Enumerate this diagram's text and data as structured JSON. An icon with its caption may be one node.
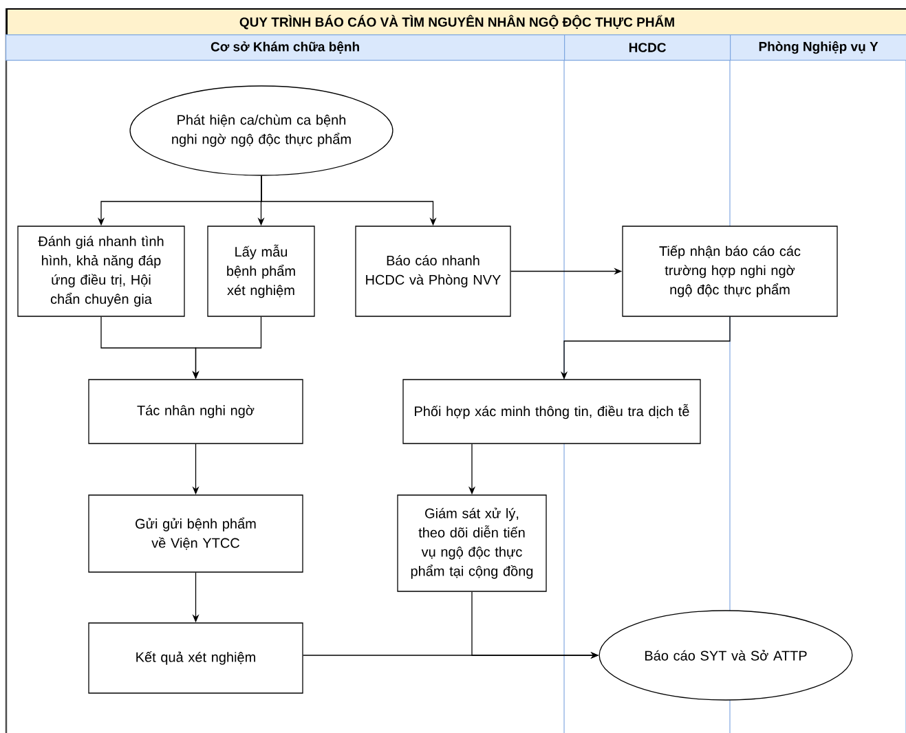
{
  "diagram": {
    "title": "QUY TRÌNH BÁO CÁO VÀ TÌM NGUYÊN NHÂN NGỘ ĐỘC THỰC PHẨM",
    "nodes": [
      {
        "text": [
          "Phát hiện ca/chùm ca bệnh nghi ngờ ngộ độc thực phẩm"
        ]
      },
      {
        "text": [
          "Đánh giá nhanh tình hình, khả năng đáp ứng điều trị, Hội chẩn chuyên gia"
        ]
      },
      {
        "text": [
          "Lấy mẫu bệnh phẩm xét nghiệm"
        ]
      },
      {
        "text": [
          "Báo cáo nhanh HCDC và Phòng NVY"
        ]
      },
      {
        "text": [
          "Tiếp nhận báo cáo các trường hợp nghi ngờ ngộ độc thực phẩm"
        ]
      },
      {
        "text": [
          "Tác nhân nghi ngờ"
        ]
      },
      {
        "text": [
          "Phối hợp xác minh thông tin, điều tra dịch tễ"
        ]
      },
      {
        "text": [
          "Gửi gửi bệnh phẩm về Viện YTCC"
        ]
      },
      {
        "text": [
          "Giám sát xử lý, theo dõi diễn tiến vụ ngộ độc thực phẩm tại cộng đồng"
        ]
      },
      {
        "text": [
          "Kết quả xét nghiệm"
        ]
      },
      {
        "text": [
          "Báo cáo SYT và Sở ATTP"
        ]
      }
    ],
    "edges": [
      {
        "from": 0,
        "to": 1,
        "arrow": "to"
      },
      {
        "from": 0,
        "to": 2,
        "arrow": "to"
      },
      {
        "from": 0,
        "to": 3,
        "arrow": "to"
      },
      {
        "from": 3,
        "to": 4,
        "arrow": "to"
      },
      {
        "from": 4,
        "to": 6,
        "arrow": "to"
      },
      {
        "from": 1,
        "to": 5,
        "arrow": "to"
      },
      {
        "from": 2,
        "to": 5,
        "arrow": "to"
      },
      {
        "from": 5,
        "to": 7,
        "arrow": "to"
      },
      {
        "from": 7,
        "to": 9,
        "arrow": "to"
      },
      {
        "from": 6,
        "to": 8,
        "arrow": "to"
      },
      {
        "from": 9,
        "to": 10,
        "arrow": "to"
      },
      {
        "from": 8,
        "to": 10,
        "arrow": "to"
      }
    ],
    "labels": [
      "Cơ sở Khám chữa bệnh",
      "HCDC",
      "Phòng Nghiệp vụ Y"
    ]
  }
}
